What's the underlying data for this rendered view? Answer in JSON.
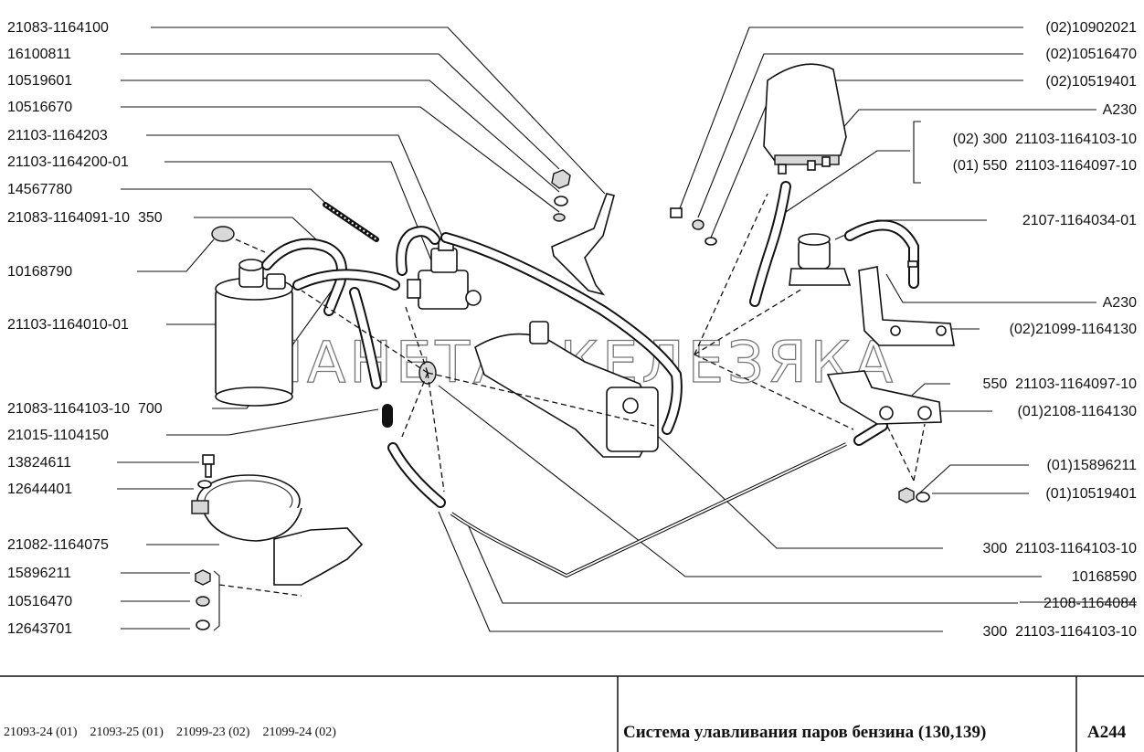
{
  "labels_left": [
    "21083-1164100",
    "16100811",
    "10519601",
    "10516670",
    "21103-1164203",
    "21103-1164200-01",
    "14567780",
    "21083-1164091-10  350",
    "10168790",
    "21103-1164010-01",
    "21083-1164103-10  700",
    "21015-1104150",
    "13824611",
    "12644401",
    "21082-1164075",
    "15896211",
    "10516470",
    "12643701"
  ],
  "labels_right": [
    "(02)10902021",
    "(02)10516470",
    "(02)10519401",
    "A230",
    "(02) 300  21103-1164103-10",
    "(01) 550  21103-1164097-10",
    "2107-1164034-01",
    "A230",
    "(02)21099-1164130",
    "550  21103-1164097-10",
    "(01)2108-1164130",
    "(01)15896211",
    "(01)10519401",
    "300  21103-1164103-10",
    "10168590",
    "2108-1164084",
    "300  21103-1164103-10"
  ],
  "watermark": "ПЛАНЕТА ЖЕЛЕЗЯКА",
  "footer": {
    "models": "21093-24 (01)    21093-25 (01)    21099-23 (02)    21099-24 (02)",
    "title": "Система улавливания паров бензина (130,139)",
    "code": "A244"
  }
}
